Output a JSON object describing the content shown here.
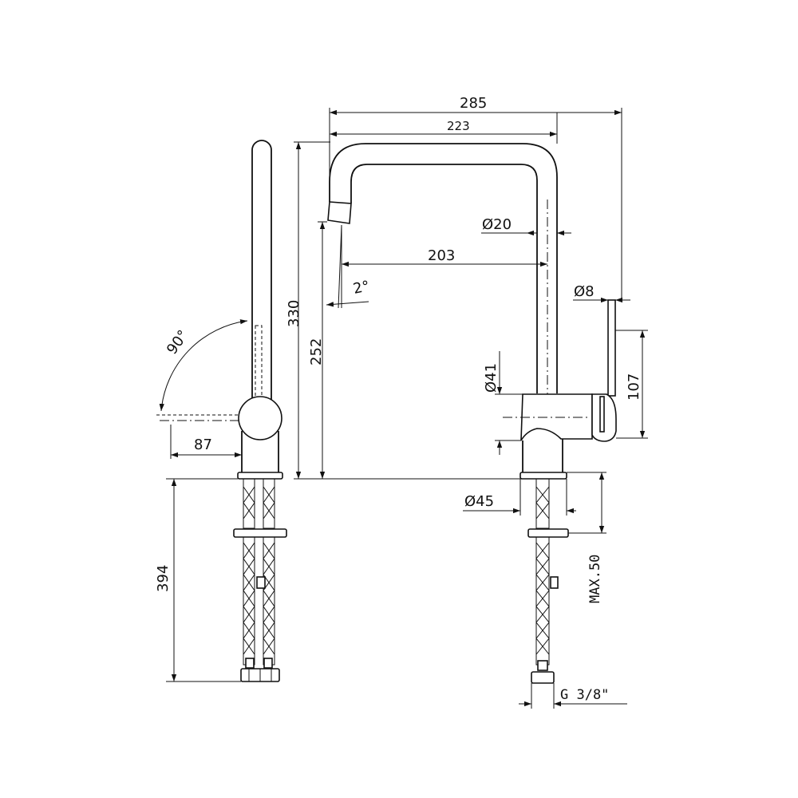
{
  "colors": {
    "line": "#111111",
    "background": "#ffffff"
  },
  "dimensions": {
    "overall_reach": "285",
    "spout_reach": "223",
    "outlet_to_axis": "203",
    "spout_diameter": "Ø20",
    "lever_diameter": "Ø8",
    "body_diameter": "Ø41",
    "base_diameter": "Ø45",
    "total_height": "330",
    "outlet_height": "252",
    "lever_height": "107",
    "max_deck": "MAX.50",
    "thread": "G 3/8\"",
    "spout_angle": "2°",
    "lever_rotation": "90°",
    "lever_offset": "87",
    "hose_length": "394"
  }
}
